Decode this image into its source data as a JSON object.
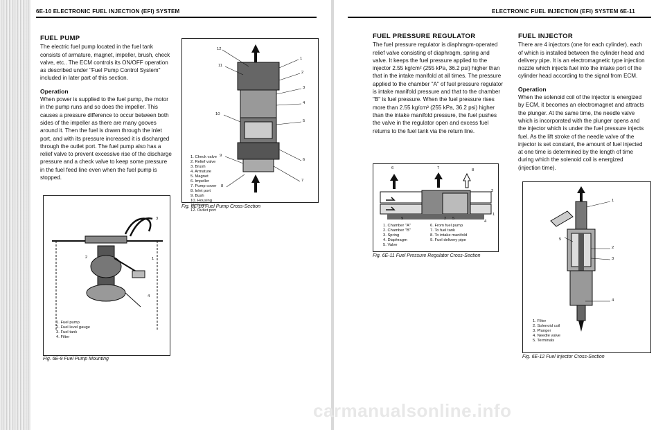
{
  "left_page": {
    "header": "6E-10 ELECTRONIC FUEL INJECTION (EFI) SYSTEM",
    "fuel_pump": {
      "title": "FUEL PUMP",
      "intro": "The electric fuel pump located in the fuel tank consists of armature, magnet, impeller, brush, check valve, etc.. The ECM controls its ON/OFF operation as described under \"Fuel Pump Control System\" included in later part of this section.",
      "operation_title": "Operation",
      "operation_text": "When power is supplied to the fuel pump, the motor in the pump runs and so does the impeller. This causes a pressure difference to occur between both sides of the impeller as there are many gooves around it. Then the fuel is drawn through the inlet port, and with its pressure increased it is discharged through the outlet port. The fuel pump also has a relief valve to prevent excessive rise of the discharge pressure and a check valve to keep some pressure in the fuel feed line even when the fuel pump is stopped."
    },
    "fig_6e9": {
      "caption": "Fig. 6E-9 Fuel Pump Mounting",
      "legend": [
        "1. Fuel pump",
        "2. Fuel level gauge",
        "3. Fuel tank",
        "4. Filter"
      ],
      "callouts": [
        "1",
        "2",
        "3",
        "4"
      ]
    },
    "fig_6e10": {
      "caption": "Fig. 6E-10 Fuel Pump Cross-Section",
      "legend": [
        "1. Check valve",
        "2. Relief valve",
        "3. Brush",
        "4. Armature",
        "5. Magnet",
        "6. Impeller",
        "7. Pump cover",
        "8. Inlet port",
        "9. Bush",
        "10. Housing",
        "11. Bush",
        "12. Outlet port"
      ],
      "callouts": [
        "1",
        "2",
        "3",
        "4",
        "5",
        "6",
        "7",
        "8",
        "9",
        "10",
        "11",
        "12"
      ]
    }
  },
  "right_page": {
    "header": "ELECTRONIC FUEL INJECTION (EFI) SYSTEM 6E-11",
    "regulator": {
      "title": "FUEL PRESSURE REGULATOR",
      "text": "The fuel pressure regulator is diaphragm-operated relief valve consisting of diaphragm, spring and valve. It keeps the fuel pressure applied to the injector 2.55 kg/cm² (255 kPa, 36.2 psi) higher than that in the intake manifold at all times. The pressure applied to the chamber \"A\" of fuel pressure regulator is intake manifold pressure and that to the chamber \"B\" is fuel pressure. When the fuel pressure rises more than 2.55 kg/cm² (255 kPa, 36.2 psi) higher than the intake manifold pressure, the fuel pushes the valve in the regulator open and excess fuel returns to the fuel tank via the return line."
    },
    "injector": {
      "title": "FUEL INJECTOR",
      "intro": "There are 4 injectors (one for each cylinder), each of which is installed between the cylinder head and delivery pipe. It is an electromagnetic type injection nozzle which injects fuel into the intake port of the cylinder head according to the signal from ECM.",
      "operation_title": "Operation",
      "operation_text": "When the solenoid coil of the injector is energized by ECM, it becomes an electromagnet and attracts the plunger. At the same time, the needle valve which is incorporated with the plunger opens and the injector which is under the fuel pressure injects fuel. As the lift stroke of the needle valve of the injector is set constant, the amount of fuel injected at one time is determined by the length of time during which the solenoid coil is energized (injection time)."
    },
    "fig_6e11": {
      "caption": "Fig. 6E-11 Fuel Pressure Regulator Cross-Section",
      "legend_left": [
        "1. Chamber \"A\"",
        "2. Chamber \"B\"",
        "3. Spring",
        "4. Diaphragm",
        "5. Valve"
      ],
      "legend_right": [
        "6. From fuel pump",
        "7. To fuel tank",
        "8. To intake manifold",
        "9. Fuel delivery pipe"
      ],
      "callouts": [
        "1",
        "2",
        "3",
        "4",
        "5",
        "6",
        "7",
        "8",
        "9"
      ]
    },
    "fig_6e12": {
      "caption": "Fig. 6E-12 Fuel Injector Cross-Section",
      "legend": [
        "1. Filter",
        "2. Solenoid coil",
        "3. Plunger",
        "4. Needle valve",
        "5. Terminals"
      ],
      "callouts": [
        "1",
        "2",
        "3",
        "4",
        "5"
      ]
    }
  },
  "watermark": "carmanualsonline.info"
}
